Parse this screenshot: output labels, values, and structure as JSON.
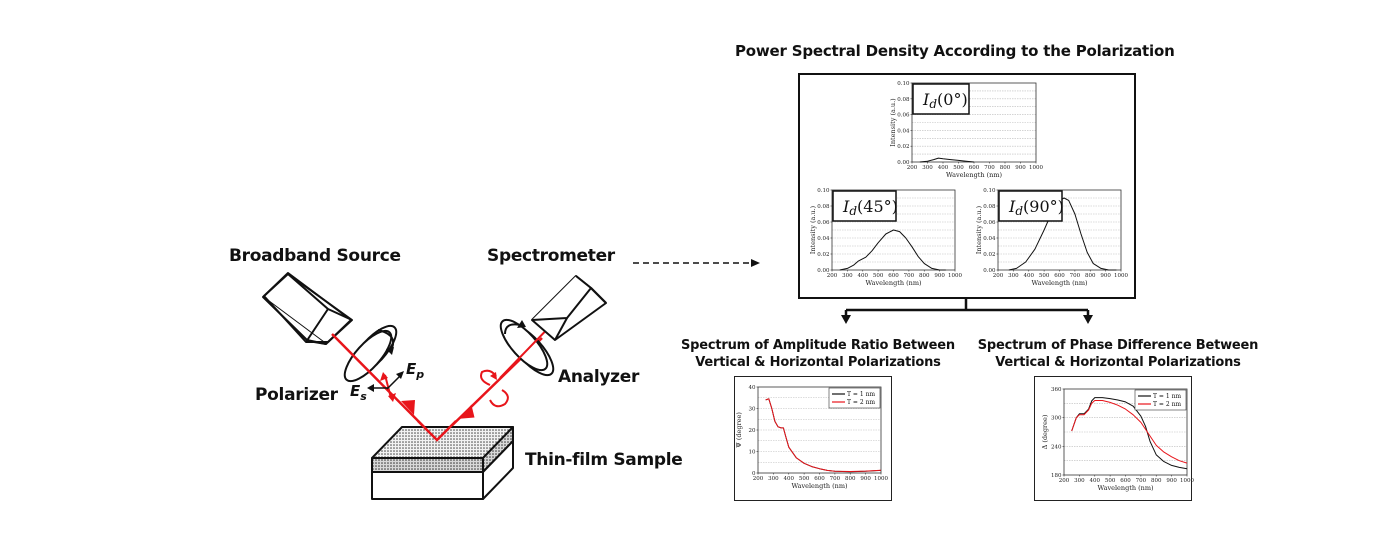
{
  "diagram": {
    "labels": {
      "source": "Broadband Source",
      "polarizer": "Polarizer",
      "spectrometer": "Spectrometer",
      "analyzer": "Analyzer",
      "sample": "Thin-film Sample",
      "ep": "E",
      "ep_sub": "p",
      "es": "E",
      "es_sub": "s"
    },
    "colors": {
      "beam": "#e8151b",
      "outline": "#111111"
    }
  },
  "psd_panel": {
    "title": "Power Spectral Density According to the Polarization"
  },
  "amp_panel": {
    "title_line1": "Spectrum of Amplitude Ratio Between",
    "title_line2": "Vertical & Horizontal Polarizations"
  },
  "phase_panel": {
    "title_line1": "Spectrum of Phase Difference Between",
    "title_line2": "Vertical & Horizontal Polarizations"
  },
  "chart_data": [
    {
      "id": "psd0",
      "type": "line",
      "title": "",
      "inset_label": "I",
      "inset_sub": "d",
      "inset_angle": "(0°)",
      "xlabel": "Wavelength (nm)",
      "ylabel": "Intensity (a.u.)",
      "xlim": [
        200,
        1000
      ],
      "ylim": [
        0,
        0.1
      ],
      "xticks": [
        "200",
        "300",
        "400",
        "500",
        "600",
        "700",
        "800",
        "900",
        "1000"
      ],
      "yticks": [
        "0.00",
        "0.02",
        "0.04",
        "0.06",
        "0.08",
        "0.10"
      ],
      "grid": true,
      "series": [
        {
          "name": "I_d(0°)",
          "color": "#111111",
          "x": [
            250,
            300,
            340,
            370,
            400,
            450,
            500,
            550,
            600
          ],
          "y": [
            0.0,
            0.001,
            0.003,
            0.005,
            0.004,
            0.003,
            0.002,
            0.001,
            0.0
          ]
        }
      ]
    },
    {
      "id": "psd45",
      "type": "line",
      "inset_label": "I",
      "inset_sub": "d",
      "inset_angle": "(45°)",
      "xlabel": "Wavelength (nm)",
      "ylabel": "Intensity (a.u.)",
      "xlim": [
        200,
        1000
      ],
      "ylim": [
        0,
        0.1
      ],
      "xticks": [
        "200",
        "300",
        "400",
        "500",
        "600",
        "700",
        "800",
        "900",
        "1000"
      ],
      "yticks": [
        "0.00",
        "0.02",
        "0.04",
        "0.06",
        "0.08",
        "0.10"
      ],
      "grid": true,
      "series": [
        {
          "name": "I_d(45°)",
          "color": "#111111",
          "x": [
            250,
            300,
            340,
            370,
            390,
            420,
            460,
            500,
            550,
            600,
            640,
            680,
            720,
            760,
            800,
            850,
            900,
            940
          ],
          "y": [
            0.0,
            0.002,
            0.006,
            0.011,
            0.013,
            0.016,
            0.024,
            0.034,
            0.045,
            0.05,
            0.048,
            0.04,
            0.029,
            0.017,
            0.008,
            0.002,
            0.0,
            0.0
          ]
        }
      ]
    },
    {
      "id": "psd90",
      "type": "line",
      "inset_label": "I",
      "inset_sub": "d",
      "inset_angle": "(90°)",
      "xlabel": "Wavelength (nm)",
      "ylabel": "Intensity (a.u.)",
      "xlim": [
        200,
        1000
      ],
      "ylim": [
        0,
        0.1
      ],
      "xticks": [
        "200",
        "300",
        "400",
        "500",
        "600",
        "700",
        "800",
        "900",
        "1000"
      ],
      "yticks": [
        "0.00",
        "0.02",
        "0.04",
        "0.06",
        "0.08",
        "0.10"
      ],
      "grid": true,
      "series": [
        {
          "name": "I_d(90°)",
          "color": "#111111",
          "x": [
            270,
            320,
            380,
            440,
            500,
            550,
            600,
            630,
            660,
            700,
            740,
            780,
            820,
            870,
            920,
            970
          ],
          "y": [
            0.0,
            0.002,
            0.01,
            0.026,
            0.05,
            0.072,
            0.087,
            0.09,
            0.087,
            0.07,
            0.045,
            0.022,
            0.008,
            0.002,
            0.0,
            0.0
          ]
        }
      ]
    },
    {
      "id": "psi",
      "type": "line",
      "xlabel": "Wavelength (nm)",
      "ylabel": "Ψ (degree)",
      "xlim": [
        200,
        1000
      ],
      "ylim": [
        0,
        40
      ],
      "xticks": [
        "200",
        "300",
        "400",
        "500",
        "600",
        "700",
        "800",
        "900",
        "1000"
      ],
      "yticks": [
        "0",
        "10",
        "20",
        "30",
        "40"
      ],
      "grid": true,
      "legend": "top-right",
      "series": [
        {
          "name": "T = 1 nm",
          "color": "#111111",
          "x": [
            250,
            270,
            290,
            310,
            330,
            350,
            365,
            380,
            400,
            450,
            500,
            550,
            600,
            650,
            700,
            800,
            900,
            1000
          ],
          "y": [
            34,
            34.5,
            30,
            24,
            21.5,
            21,
            21,
            17,
            12,
            7,
            4.5,
            3,
            2,
            1.2,
            0.8,
            0.6,
            0.8,
            1.2
          ]
        },
        {
          "name": "T = 2 nm",
          "color": "#e8151b",
          "x": [
            250,
            270,
            290,
            310,
            330,
            350,
            365,
            380,
            400,
            450,
            500,
            550,
            600,
            650,
            700,
            800,
            900,
            1000
          ],
          "y": [
            34,
            34.5,
            30,
            24,
            21.5,
            21,
            21,
            17,
            12,
            7,
            4.5,
            3,
            2,
            1.2,
            0.8,
            0.7,
            0.9,
            1.3
          ]
        }
      ]
    },
    {
      "id": "delta",
      "type": "line",
      "xlabel": "Wavelength (nm)",
      "ylabel": "Δ (degree)",
      "xlim": [
        200,
        1000
      ],
      "ylim": [
        180,
        360
      ],
      "xticks": [
        "200",
        "300",
        "400",
        "500",
        "600",
        "700",
        "800",
        "900",
        "1000"
      ],
      "yticks": [
        "180",
        "240",
        "300",
        "360"
      ],
      "grid": true,
      "legend": "top-right",
      "series": [
        {
          "name": "T = 1 nm",
          "color": "#111111",
          "x": [
            250,
            280,
            300,
            330,
            360,
            380,
            400,
            450,
            500,
            550,
            600,
            650,
            700,
            730,
            760,
            800,
            850,
            900,
            950,
            1000
          ],
          "y": [
            272,
            300,
            308,
            308,
            318,
            335,
            342,
            342,
            340,
            337,
            333,
            324,
            303,
            282,
            250,
            222,
            208,
            200,
            196,
            193
          ]
        },
        {
          "name": "T = 2 nm",
          "color": "#e8151b",
          "x": [
            250,
            280,
            300,
            330,
            360,
            380,
            400,
            450,
            500,
            550,
            600,
            650,
            700,
            750,
            800,
            850,
            900,
            950,
            1000
          ],
          "y": [
            272,
            300,
            306,
            306,
            316,
            330,
            336,
            336,
            332,
            326,
            318,
            306,
            290,
            266,
            242,
            228,
            218,
            210,
            205
          ]
        }
      ]
    }
  ]
}
